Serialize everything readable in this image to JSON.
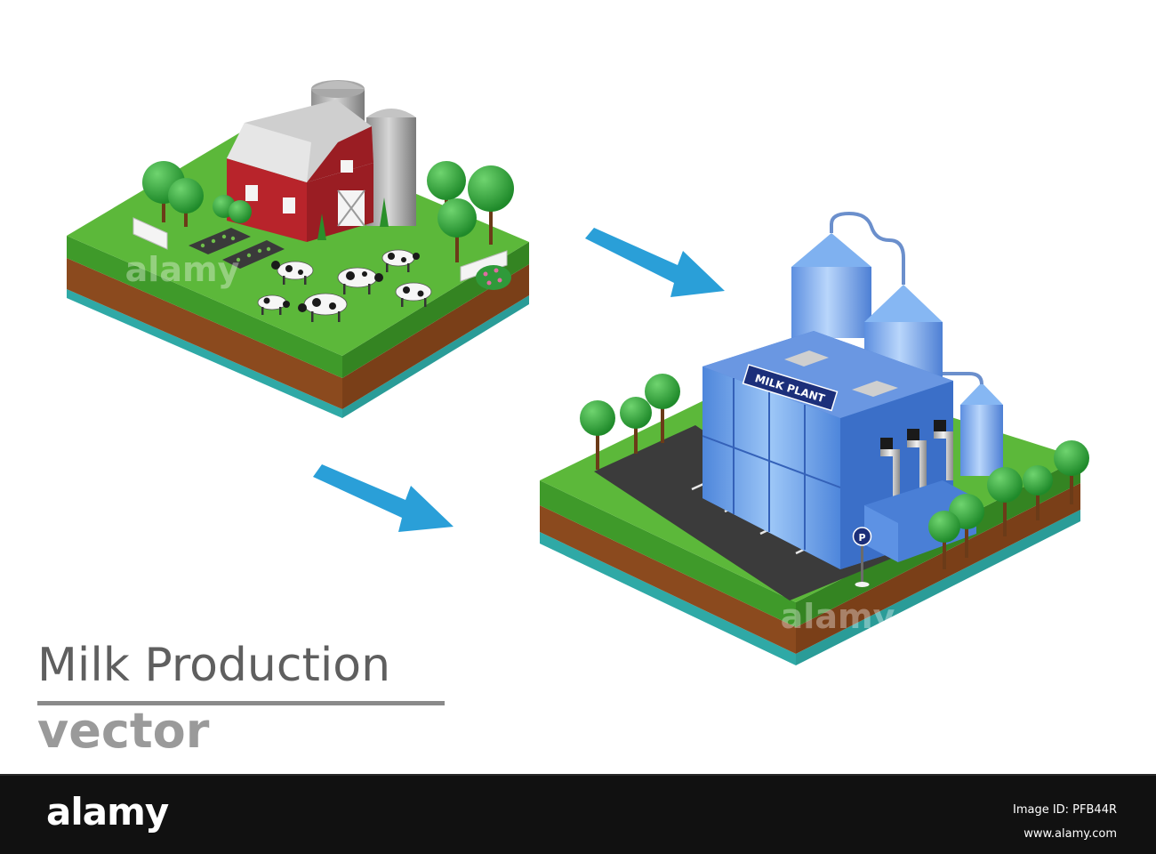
{
  "title": "Milk Production",
  "subtitle": "vector",
  "plant_sign": "MILK PLANT",
  "parking_sign": "P",
  "watermark": "alamy",
  "footer": {
    "logo": "alamy",
    "image_id": "Image ID: PFB44R",
    "url": "www.alamy.com"
  },
  "colors": {
    "grass": "#5cb83a",
    "soil": "#8b4a1e",
    "water": "#3bb3b3",
    "arrow": "#2a9fd8",
    "barn": "#b8242b",
    "plant": "#5aa0e8",
    "footer_bg": "#111111"
  },
  "icons": [
    "barn-icon",
    "silo-icon",
    "cow-icon",
    "tree-icon",
    "fence-icon",
    "arrow-icon",
    "factory-icon",
    "parking-sign-icon"
  ]
}
